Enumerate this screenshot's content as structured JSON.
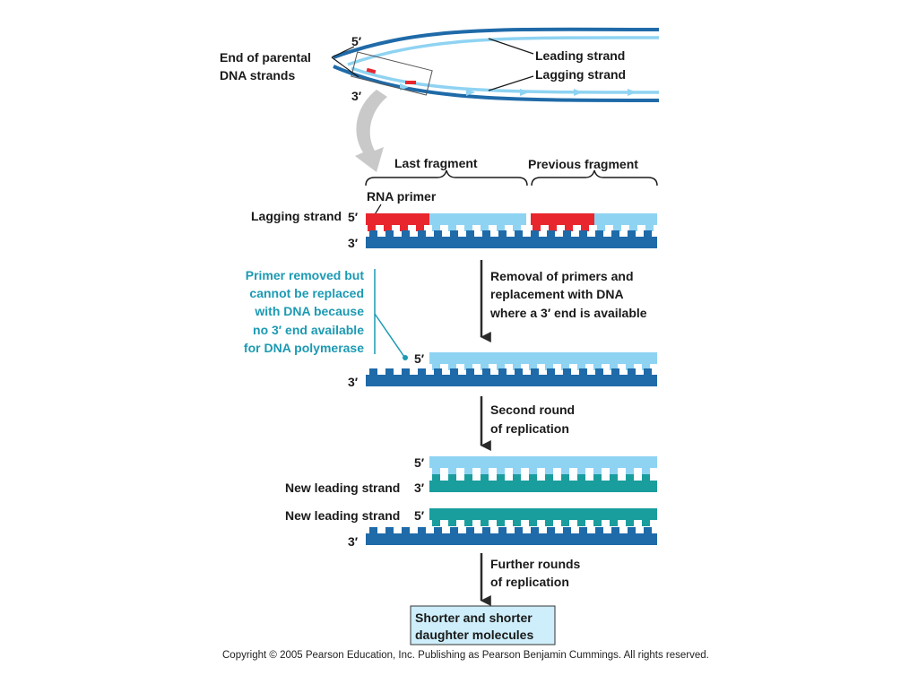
{
  "labels": {
    "end_parental_line1": "End of parental",
    "end_parental_line2": "DNA strands",
    "top_5prime": "5′",
    "top_3prime": "3′",
    "leading_strand": "Leading strand",
    "lagging_strand": "Lagging strand",
    "last_fragment": "Last fragment",
    "previous_fragment": "Previous fragment",
    "rna_primer": "RNA primer",
    "lagging_strand_row": "Lagging strand",
    "row1_5prime": "5′",
    "row1_3prime": "3′",
    "primer_removed": [
      "Primer removed but",
      "cannot be replaced",
      "with DNA because",
      "no 3′  end available",
      "for DNA polymerase"
    ],
    "step1": [
      "Removal of primers and",
      "replacement with DNA",
      "where a 3′  end is available"
    ],
    "row2_5prime": "5′",
    "row2_3prime": "3′",
    "step2": [
      "Second round",
      "of replication"
    ],
    "row3_5prime": "5′",
    "new_leading_strand_a": "New leading strand",
    "row3_3prime": "3′",
    "new_leading_strand_b": "New leading strand",
    "row4_5prime": "5′",
    "row4_3prime": "3′",
    "step3": [
      "Further rounds",
      "of replication"
    ],
    "result": [
      "Shorter and shorter",
      "daughter molecules"
    ],
    "copyright": "Copyright ©  2005 Pearson Education, Inc. Publishing as Pearson Benjamin Cummings. All rights reserved."
  },
  "colors": {
    "dark_blue": "#1f6aa8",
    "light_blue": "#8fd3f2",
    "red_primer": "#e8262e",
    "teal": "#1a9d9d",
    "teal_label": "#1c9ab3",
    "arrow_gray": "#c9c9c9",
    "result_box": "#cdeefa"
  }
}
